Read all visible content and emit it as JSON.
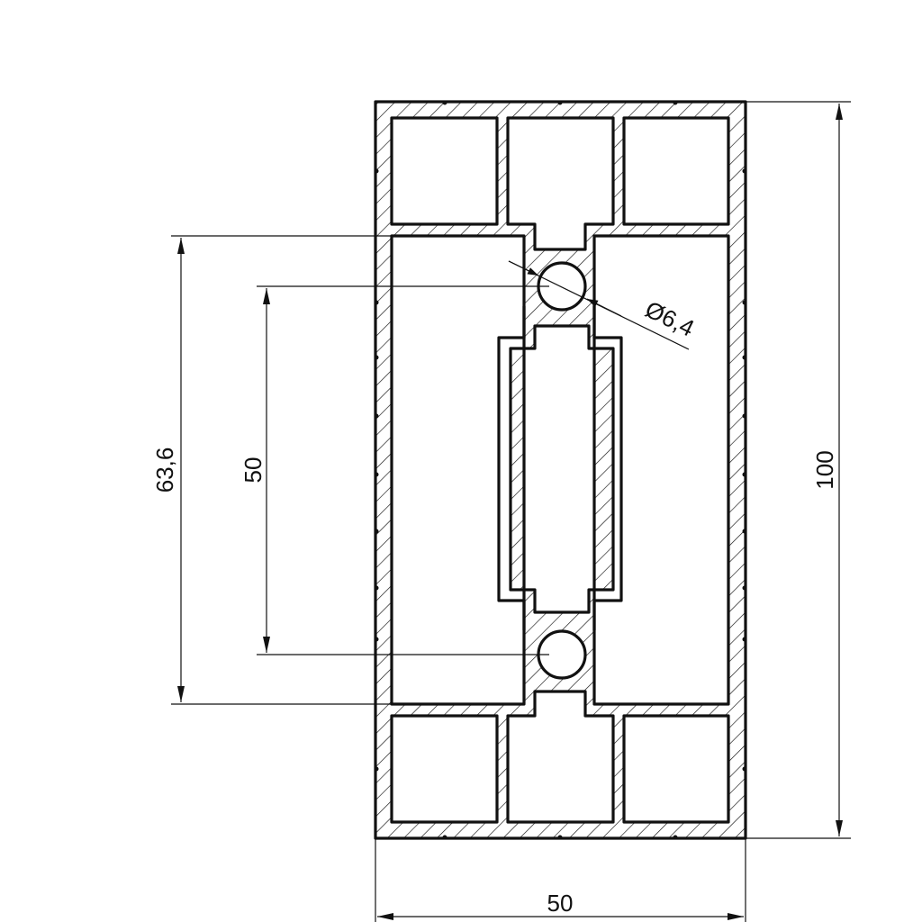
{
  "drawing": {
    "type": "aluminium-profile-cross-section",
    "line_color": "#111111",
    "background": "#ffffff",
    "hatch": "diagonal-45"
  },
  "dimensions": {
    "width": "50",
    "height": "100",
    "outer_hole_spacing": "63,6",
    "hole_spacing": "50",
    "hole_diameter": "Ø6,4"
  }
}
